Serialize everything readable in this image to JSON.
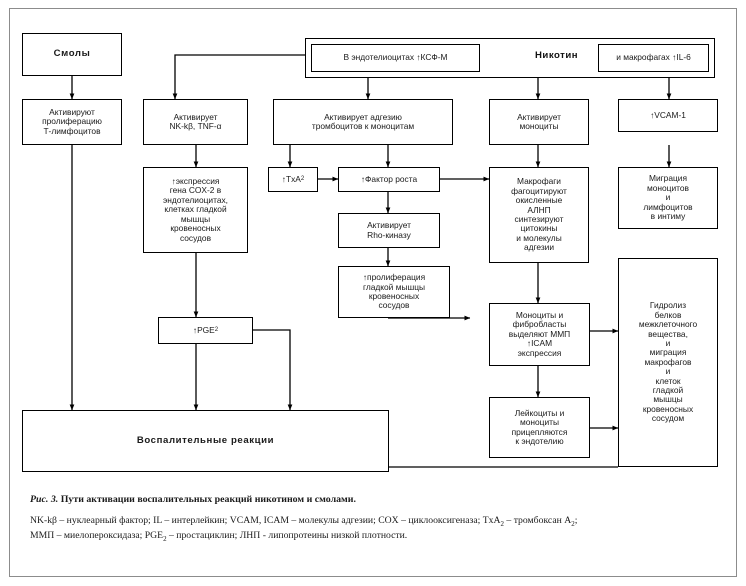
{
  "figure": {
    "caption_label": "Рис. 3.",
    "caption_text": "Пути активации воспалительных реакций никотином и смолами.",
    "legend_line1": "NK-kβ – нуклеарный фактор; IL – интерлейкин; VCAM, ICAM – молекулы адгезии; COX – циклооксигеназа; TxA2 – тромбоксан A2;",
    "legend_line2": "ММП – миелопероксидаза; PGE2 – простациклин; ЛНП - липопротеины низкой плотности."
  },
  "labels": {
    "nicotine": "Никотин"
  },
  "nodes": {
    "tar": "Смолы",
    "t_lymphocyte": "Активируют\nпролиферацию\nТ-лимфоцитов",
    "nk_kb": "Активирует\nNK-kβ, TNF-α",
    "cox2": "↑экспрессия\nгена COX-2 в\nэндотелиоцитах,\nклетках гладкой\nмышцы\nкровеносных\nсосудов",
    "pge2": "↑PGE2",
    "endothelio_csf": "В эндотелиоцитах ↑КСФ-М",
    "macrophage_il6": "и макрофагах ↑IL-6",
    "platelet_adhesion": "Активирует адгезию\nтромбоцитов к моноцитам",
    "txa2": "↑TxA2",
    "growth_factor": "↑Фактор роста",
    "rho_kinase": "Активирует\nRho-киназу",
    "smooth_muscle_prolif": "↑пролиферация\nгладкой мышцы\nкровеносных\nсосудов",
    "activate_monocytes": "Активирует\nмоноциты",
    "macrophages_phago": "Макрофаги\nфагоцитируют\nокисленные\nАЛНП\nсинтезируют\nцитокины\nи молекулы\nадгезии",
    "monocytes_fibro": "Моноциты и\nфибробласты\nвыделяют ММП\n↑ICAM\nэкспрессия",
    "leuko_monocytes": "Лейкоциты и\nмоноциты\nприцепляются\nк эндотелию",
    "vcam1": "↑VCAM-1",
    "migration_monocytes": "Миграция\nмоноцитов\nи\nлимфоцитов\nв интиму",
    "hydrolysis": "Гидролиз\nбелков\nмежклеточного\nвещества,\nи\nмиграция\nмакрофагов\nи\nклеток\nгладкой\nмышцы\nкровеносных\nсосудом",
    "inflammatory": "Воспалительные реакции"
  },
  "colors": {
    "stroke": "#000000",
    "page": "#ffffff",
    "backdrop": "#c8c8c8",
    "text": "#1a1a1a"
  }
}
